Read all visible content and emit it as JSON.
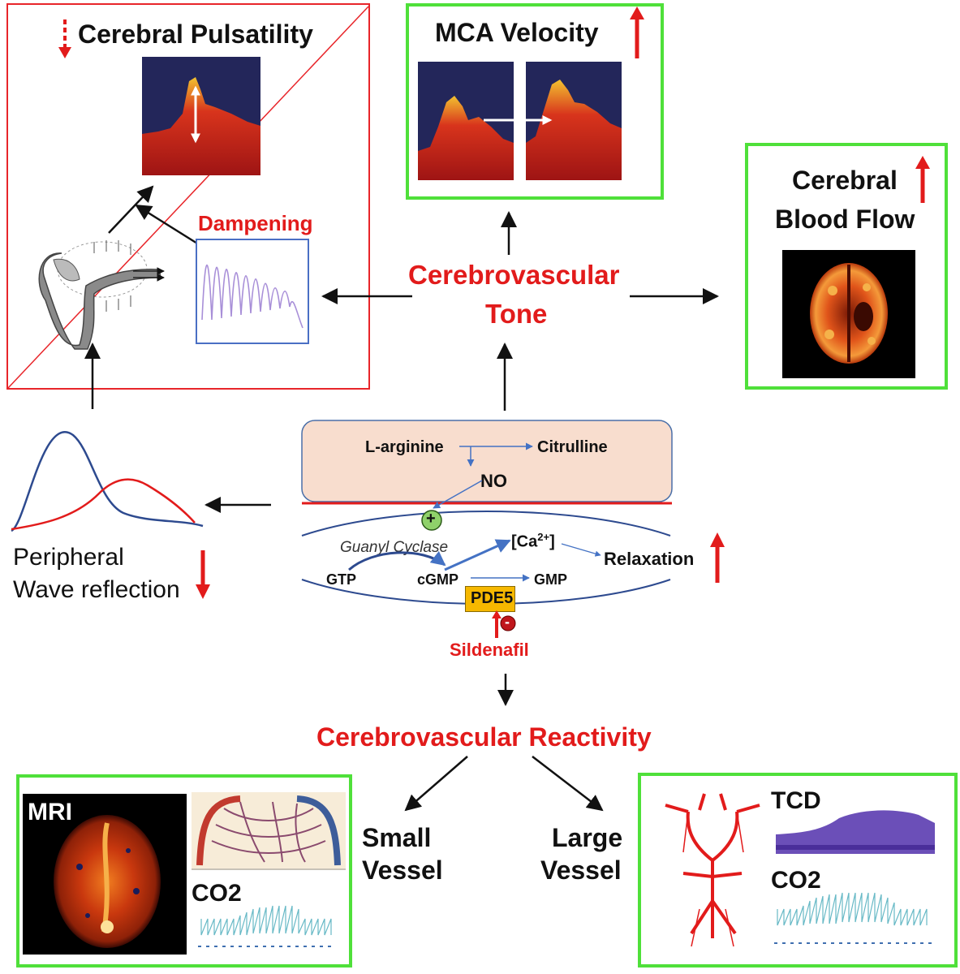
{
  "cerebral_pulsatility": {
    "title": "Cerebral Pulsatility",
    "dampening": "Dampening"
  },
  "mca_velocity": {
    "title": "MCA Velocity"
  },
  "cerebral_blood_flow": {
    "line1": "Cerebral",
    "line2": "Blood Flow"
  },
  "cerebrovascular_tone": {
    "line1": "Cerebrovascular",
    "line2": "Tone"
  },
  "peripheral": {
    "line1": "Peripheral",
    "line2": "Wave reflection"
  },
  "no_pathway": {
    "l_arginine": "L-arginine",
    "citrulline": "Citrulline",
    "no": "NO",
    "guanyl_cyclase": "Guanyl Cyclase",
    "calcium": "[Ca",
    "calcium_sup": "2+",
    "calcium_close": "]",
    "relaxation": "Relaxation",
    "gtp": "GTP",
    "cgmp": "cGMP",
    "gmp": "GMP",
    "pde5": "PDE5",
    "sildenafil": "Sildenafil",
    "plus": "+",
    "minus": "-"
  },
  "reactivity": {
    "title": "Cerebrovascular Reactivity"
  },
  "small_vessel": {
    "line1": "Small",
    "line2": "Vessel",
    "mri": "MRI",
    "co2": "CO2"
  },
  "large_vessel": {
    "line1": "Large",
    "line2": "Vessel",
    "tcd": "TCD",
    "co2": "CO2"
  },
  "colors": {
    "accent_red": "#e21b1b",
    "green_border": "#4fe03a",
    "arrow": "#111111"
  }
}
